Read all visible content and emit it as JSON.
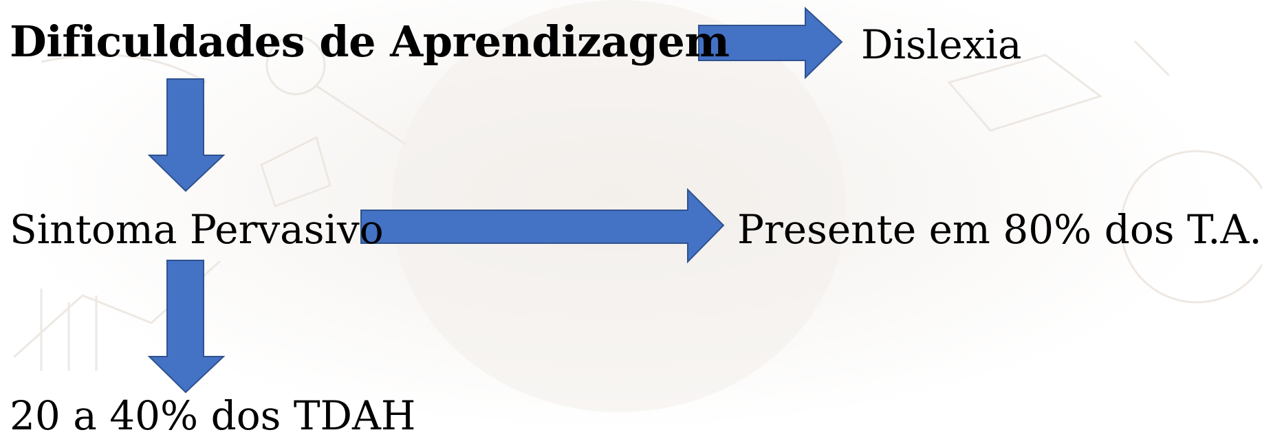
{
  "colors": {
    "arrow_fill": "#4472C4",
    "arrow_stroke": "#2F528F",
    "text": "#000000"
  },
  "nodes": {
    "title": "Dificuldades de Aprendizagem",
    "dislexia": "Dislexia",
    "sintoma": "Sintoma Pervasivo",
    "presente": "Presente em 80% dos T.A.",
    "tdah": "20 a 40% dos TDAH"
  },
  "arrows": [
    {
      "from": "title",
      "to": "dislexia",
      "direction": "right"
    },
    {
      "from": "title",
      "to": "sintoma",
      "direction": "down"
    },
    {
      "from": "sintoma",
      "to": "presente",
      "direction": "right"
    },
    {
      "from": "sintoma",
      "to": "tdah",
      "direction": "down"
    }
  ]
}
